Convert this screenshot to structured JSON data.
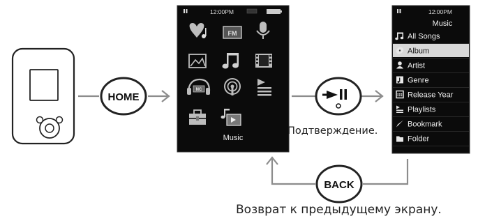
{
  "home_button": {
    "label": "HOME"
  },
  "back_button": {
    "label": "BACK"
  },
  "home_screen": {
    "status_time": "12:00PM",
    "selected_caption": "Music",
    "icons": [
      "heart-music-icon",
      "fm-radio-icon",
      "microphone-icon",
      "photo-icon",
      "music-note-icon",
      "video-film-icon",
      "noise-cancel-icon",
      "podcast-icon",
      "playlist-icon",
      "toolbox-icon",
      "music-folder-icon"
    ]
  },
  "music_screen": {
    "status_time": "12:00PM",
    "title": "Music",
    "selected_index": 1,
    "items": [
      {
        "label": "All Songs",
        "icon": "music-note-icon"
      },
      {
        "label": "Album",
        "icon": "album-disc-icon"
      },
      {
        "label": "Artist",
        "icon": "artist-person-icon"
      },
      {
        "label": "Genre",
        "icon": "genre-icon"
      },
      {
        "label": "Release Year",
        "icon": "calendar-icon"
      },
      {
        "label": "Playlists",
        "icon": "playlist-icon"
      },
      {
        "label": "Bookmark",
        "icon": "bookmark-icon"
      },
      {
        "label": "Folder",
        "icon": "folder-icon"
      }
    ]
  },
  "captions": {
    "confirm": "Подтверждение.",
    "back_to_previous": "Возврат к предыдущему экрану."
  }
}
